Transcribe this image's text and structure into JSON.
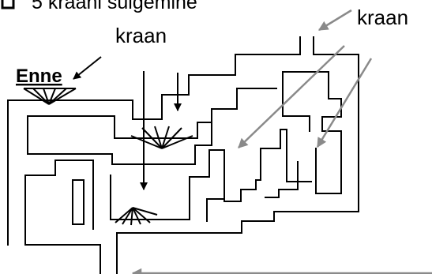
{
  "title": "5 kraani sulgemine",
  "labels": {
    "kraan_top_right": "kraan",
    "kraan_middle": "kraan",
    "enne": "Enne"
  },
  "colors": {
    "pipe": "#000000",
    "pointer_arrow": "#8a8a8a",
    "black_arrow": "#000000"
  },
  "icons": {
    "bullet": "checkbox-square-icon",
    "valve": "valve-fan-icon"
  }
}
